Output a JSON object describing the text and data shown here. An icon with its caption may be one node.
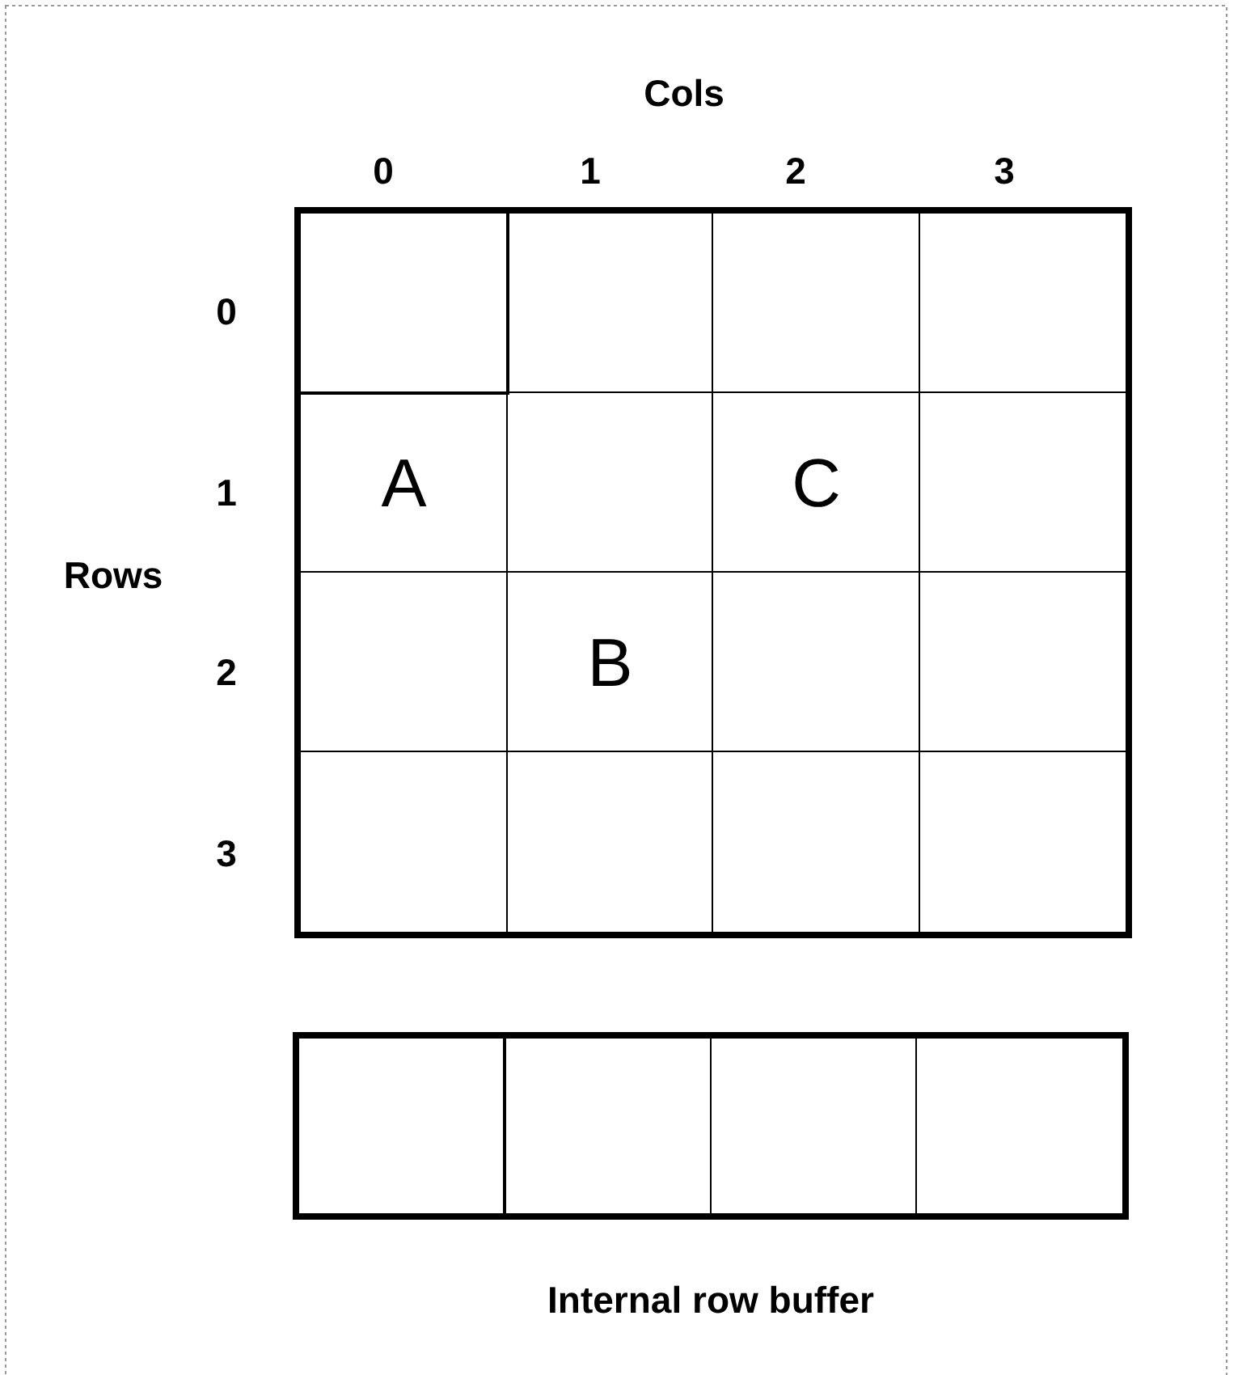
{
  "diagram": {
    "nodes": [
      {
        "text": [],
        "shape": "box"
      },
      {
        "text": [],
        "shape": "box",
        "in": 0
      },
      {
        "text": [],
        "shape": "box",
        "in": 0
      },
      {
        "text": [],
        "shape": "box",
        "in": 0
      },
      {
        "text": [],
        "shape": "box",
        "in": 0
      },
      {
        "text": [
          "A"
        ],
        "in": 0
      },
      {
        "text": [],
        "shape": "box",
        "in": 0
      },
      {
        "text": [
          "C"
        ],
        "in": 0
      },
      {
        "text": [],
        "shape": "box",
        "in": 0
      },
      {
        "text": [],
        "shape": "box",
        "in": 0
      },
      {
        "text": [
          "B"
        ],
        "in": 0
      },
      {
        "text": [],
        "shape": "box",
        "in": 0
      },
      {
        "text": [],
        "shape": "box",
        "in": 0
      },
      {
        "text": [],
        "shape": "box",
        "in": 0
      },
      {
        "text": [],
        "shape": "box",
        "in": 0
      },
      {
        "text": [],
        "shape": "box",
        "in": 0
      },
      {
        "text": [],
        "shape": "box",
        "in": 0
      },
      {
        "text": [],
        "shape": "box",
        "beside": [
          "Internal row buffer"
        ]
      },
      {
        "text": [],
        "shape": "box",
        "in": 17
      },
      {
        "text": [],
        "shape": "box",
        "in": 17
      },
      {
        "text": [],
        "shape": "box",
        "in": 17
      },
      {
        "text": [],
        "shape": "box",
        "in": 17
      }
    ],
    "labels": [
      "Cols",
      "0",
      "1",
      "2",
      "3",
      "Rows",
      "0",
      "1",
      "2",
      "3"
    ]
  }
}
